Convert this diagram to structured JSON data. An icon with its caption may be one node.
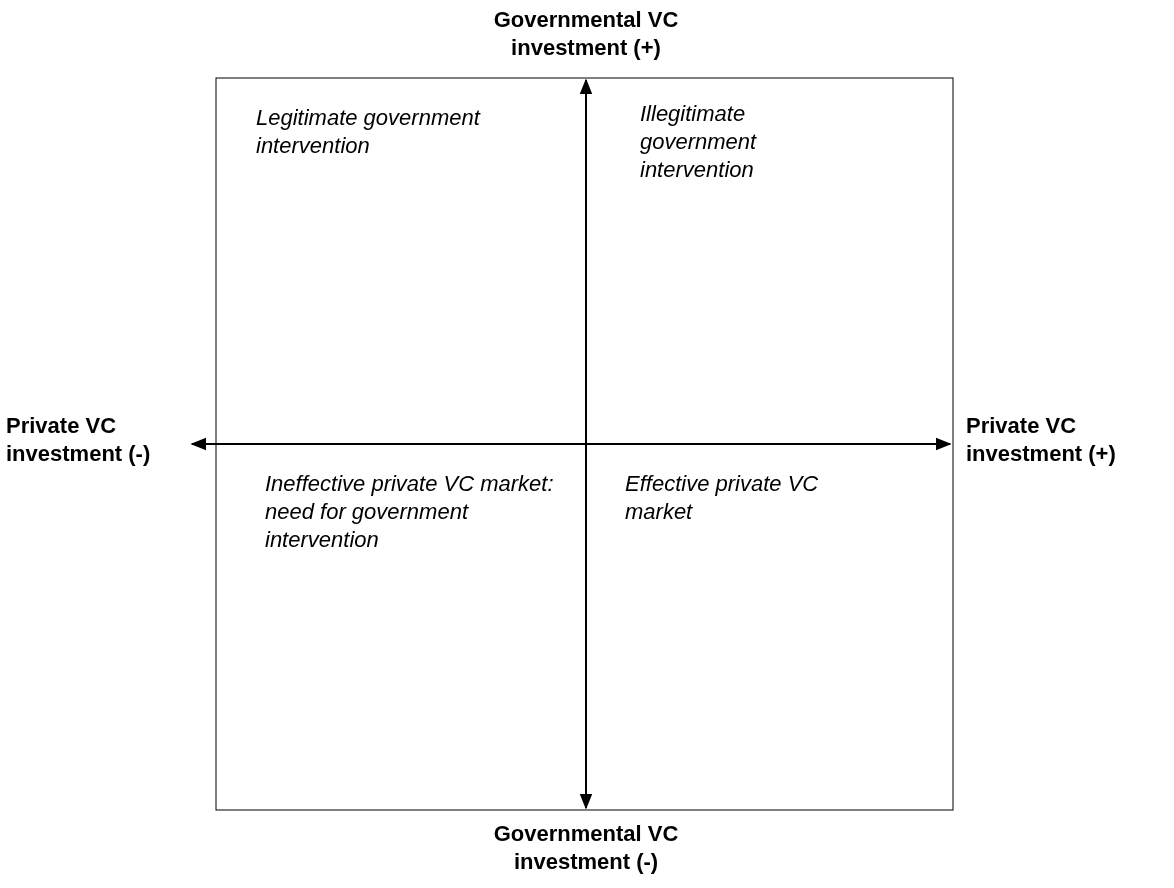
{
  "diagram": {
    "labels": [
      "Governmental VC investment (+)",
      "Legitimate government intervention",
      "Illegitimate government intervention",
      "Private VC investment (-)",
      "Private VC investment (+)",
      "Ineffective private VC market: need for government intervention",
      "Effective private VC market",
      "Governmental VC investment (-)"
    ]
  }
}
